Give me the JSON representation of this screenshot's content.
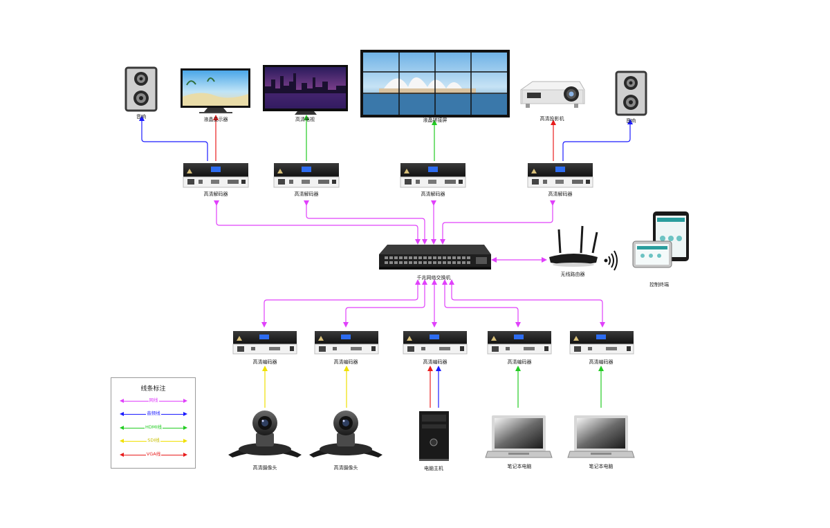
{
  "devices": {
    "speaker_left": "音响",
    "lcd_display": "液晶显示器",
    "hd_tv": "高清电视",
    "video_wall": "液晶拼接屏",
    "projector": "高清投影机",
    "speaker_right": "音响",
    "decoder_1": "高清解码器",
    "decoder_2": "高清解码器",
    "decoder_3": "高清解码器",
    "decoder_4": "高清解码器",
    "switch": "千兆网络交换机",
    "router": "无线路由器",
    "control_terminal": "控制终端",
    "encoder_1": "高清编码器",
    "encoder_2": "高清编码器",
    "encoder_3": "高清编码器",
    "encoder_4": "高清编码器",
    "encoder_5": "高清编码器",
    "camera_1": "高清摄像头",
    "camera_2": "高清摄像头",
    "pc_host": "电脑主机",
    "laptop_1": "笔记本电脑",
    "laptop_2": "笔记本电脑"
  },
  "legend": {
    "title": "线条标注",
    "items": [
      {
        "label": "网线",
        "color": "#e040fb"
      },
      {
        "label": "音频线",
        "color": "#1a1aff"
      },
      {
        "label": "HDMI线",
        "color": "#22cc22"
      },
      {
        "label": "SDI线",
        "color": "#f0e000"
      },
      {
        "label": "VGA线",
        "color": "#e81c1c"
      }
    ]
  },
  "colors": {
    "network": "#e040fb",
    "audio": "#1a1aff",
    "hdmi": "#22cc22",
    "sdi": "#f0e000",
    "vga": "#e81c1c"
  }
}
